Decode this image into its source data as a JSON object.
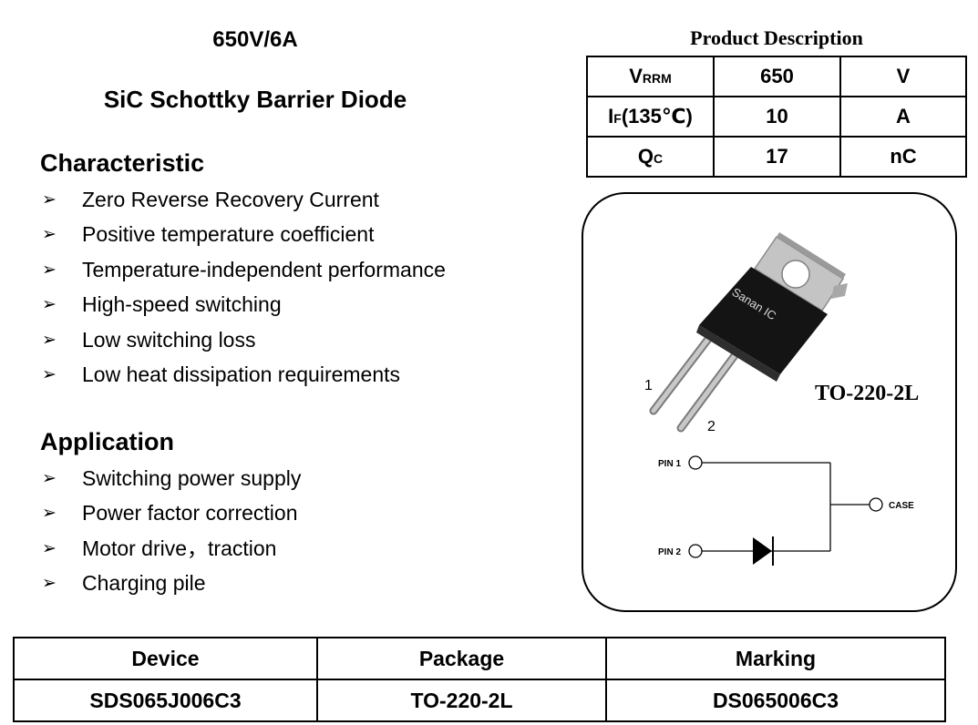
{
  "header": {
    "rating": "650V/6A",
    "subtitle": "SiC Schottky Barrier Diode"
  },
  "characteristic": {
    "title": "Characteristic",
    "items": [
      "Zero Reverse Recovery Current",
      "Positive temperature coefficient",
      "Temperature-independent performance",
      "High-speed switching",
      "Low switching loss",
      "Low heat dissipation requirements"
    ]
  },
  "application": {
    "title": "Application",
    "items": [
      "Switching power supply",
      "Power factor correction",
      "Motor drive，traction",
      "Charging pile"
    ]
  },
  "bullet_glyph": "➢",
  "product_description": {
    "title": "Product Description",
    "rows": [
      {
        "param_main": "V",
        "param_sub": "RRM",
        "param_suffix": "",
        "value": "650",
        "unit": "V"
      },
      {
        "param_main": "I",
        "param_sub": "F",
        "param_suffix": "(135℃)",
        "value": "10",
        "unit": "A"
      },
      {
        "param_main": "Q",
        "param_sub": "C",
        "param_suffix": "",
        "value": "17",
        "unit": "nC"
      }
    ]
  },
  "package_figure": {
    "package_label": "TO-220-2L",
    "brand_text": "Sanan IC",
    "lead_1": "1",
    "lead_2": "2",
    "pin1_label": "PIN 1",
    "pin2_label": "PIN 2",
    "case_label": "CASE",
    "colors": {
      "body": "#141414",
      "tab": "#c4c4c4",
      "lead": "#b8b8b8"
    }
  },
  "device_table": {
    "headers": [
      "Device",
      "Package",
      "Marking"
    ],
    "row": [
      "SDS065J006C3",
      "TO-220-2L",
      "DS065006C3"
    ]
  }
}
